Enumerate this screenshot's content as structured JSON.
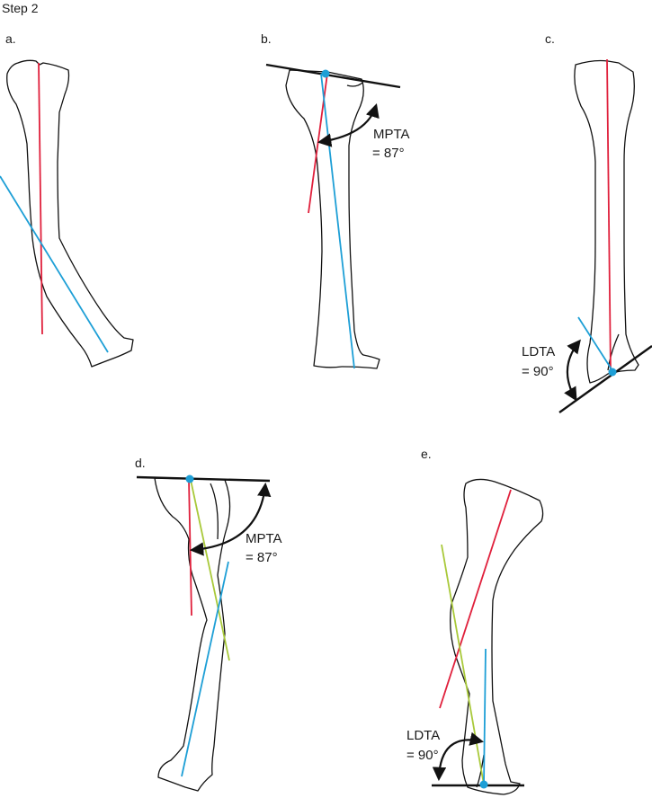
{
  "title": "Step 2",
  "colors": {
    "outline": "#111111",
    "mechanical_axis": "#e0203c",
    "segment_axis": "#1e9fd6",
    "additional_axis": "#a9c93a",
    "point": "#1e9fd6"
  },
  "panels": {
    "a": {
      "label": "a."
    },
    "b": {
      "label": "b.",
      "angle_name": "MPTA",
      "angle_value": "= 87°"
    },
    "c": {
      "label": "c.",
      "angle_name": "LDTA",
      "angle_value": "= 90°"
    },
    "d": {
      "label": "d.",
      "angle_name": "MPTA",
      "angle_value": "= 87°"
    },
    "e": {
      "label": "e.",
      "angle_name": "LDTA",
      "angle_value": "= 90°"
    }
  }
}
